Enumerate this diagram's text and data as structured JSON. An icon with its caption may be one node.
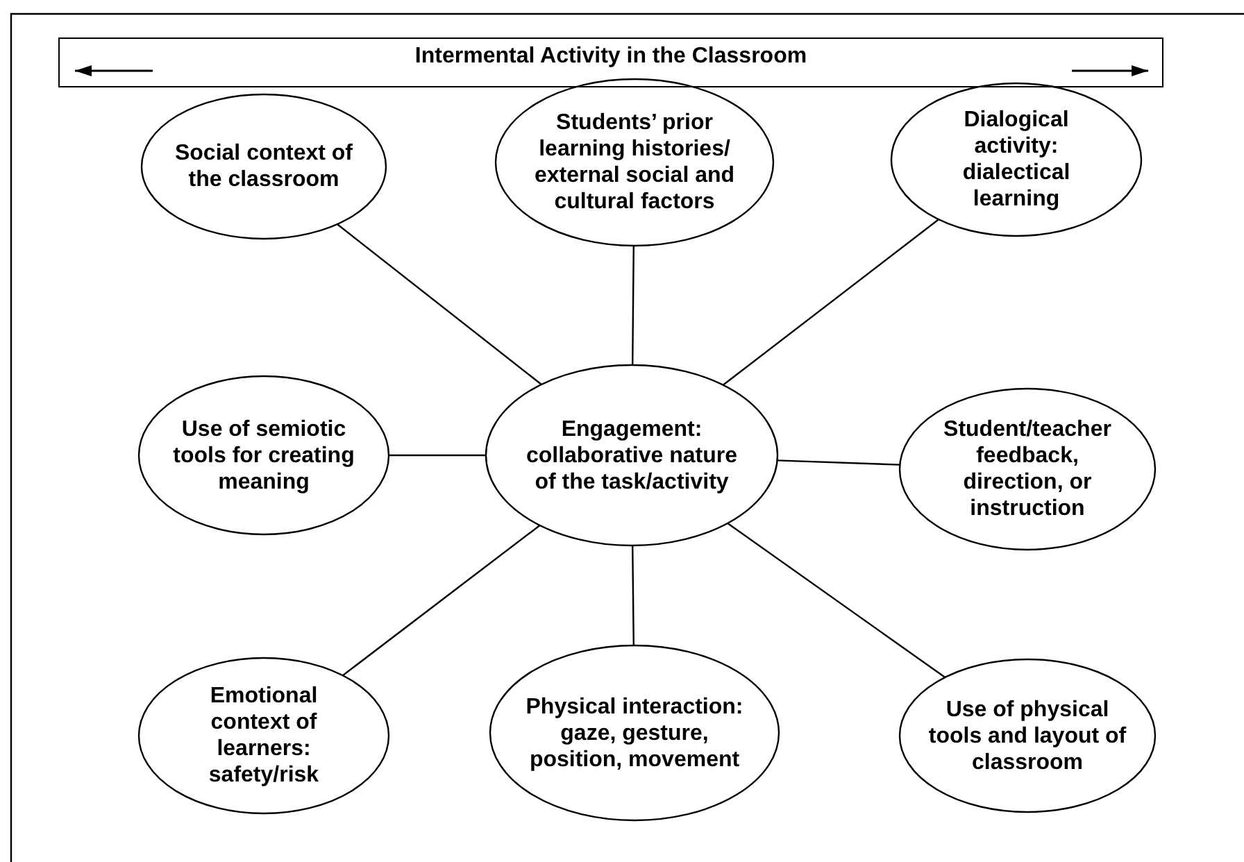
{
  "diagram": {
    "nodes": [
      {
        "text": [
          "Intermental Activity in the Classroom"
        ]
      },
      {
        "text": [
          "Social context of the classroom"
        ]
      },
      {
        "text": [
          "Students’ prior learning histories/ external social and cultural factors"
        ]
      },
      {
        "text": [
          "Dialogical activity: dialectical learning"
        ]
      },
      {
        "text": [
          "Use of semiotic tools for creating meaning"
        ]
      },
      {
        "text": [
          "Engagement: collaborative nature of the task/activity"
        ]
      },
      {
        "text": [
          "Student/teacher feedback, direction, or instruction"
        ]
      },
      {
        "text": [
          "Emotional context of learners: safety/risk"
        ]
      },
      {
        "text": [
          "Physical interaction: gaze, gesture, position, movement"
        ]
      },
      {
        "text": [
          "Use of physical tools and layout of classroom"
        ]
      }
    ],
    "edges": [
      {
        "from": 5,
        "to": 1,
        "arrow": "none"
      },
      {
        "from": 5,
        "to": 2,
        "arrow": "none"
      },
      {
        "from": 5,
        "to": 3,
        "arrow": "none"
      },
      {
        "from": 5,
        "to": 4,
        "arrow": "none"
      },
      {
        "from": 5,
        "to": 6,
        "arrow": "none"
      },
      {
        "from": 5,
        "to": 7,
        "arrow": "none"
      },
      {
        "from": 5,
        "to": 8,
        "arrow": "none"
      },
      {
        "from": 5,
        "to": 9,
        "arrow": "none"
      }
    ]
  }
}
